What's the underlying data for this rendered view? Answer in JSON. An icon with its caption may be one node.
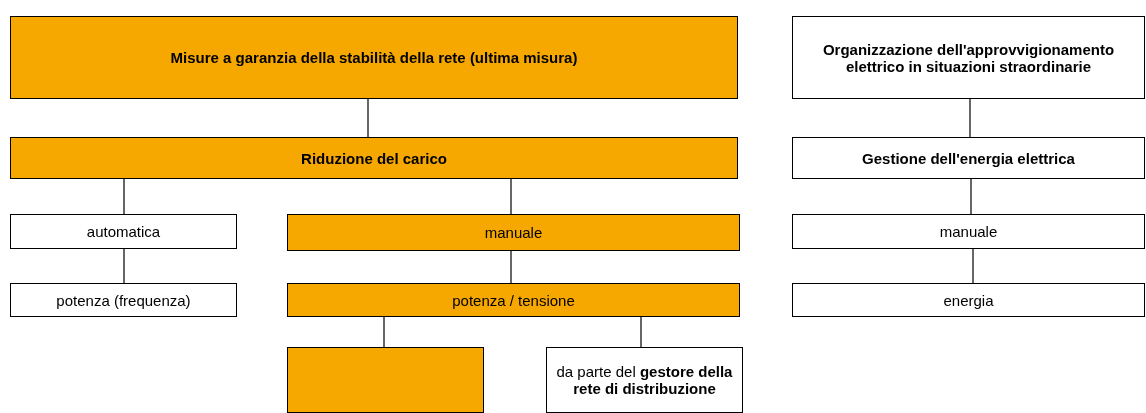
{
  "diagram": {
    "nodes": [
      {
        "text": [
          "Misure a garanzia della stabilità della rete (ultima misura)"
        ]
      },
      {
        "text": [
          "Organizzazione dell'approvvigionamento elettrico in situazioni straordinarie"
        ]
      },
      {
        "text": [
          "Riduzione del carico"
        ]
      },
      {
        "text": [
          "Gestione dell'energia elettrica"
        ]
      },
      {
        "text": [
          "automatica"
        ]
      },
      {
        "text": [
          "manuale"
        ]
      },
      {
        "text": [
          "manuale"
        ]
      },
      {
        "text": [
          "potenza (frequenza)"
        ]
      },
      {
        "text": [
          "potenza / tensione"
        ]
      },
      {
        "text": [
          "energia"
        ]
      },
      {
        "text": [],
        "shape": "box"
      },
      {
        "text": [
          "da parte del **gestore della rete di distribuzione**"
        ]
      }
    ],
    "edges": [
      {
        "from": 0,
        "to": 2,
        "arrow": "none"
      },
      {
        "from": 1,
        "to": 3,
        "arrow": "none"
      },
      {
        "from": 2,
        "to": 4,
        "arrow": "none"
      },
      {
        "from": 2,
        "to": 5,
        "arrow": "none"
      },
      {
        "from": 3,
        "to": 6,
        "arrow": "none"
      },
      {
        "from": 4,
        "to": 7,
        "arrow": "none"
      },
      {
        "from": 5,
        "to": 8,
        "arrow": "none"
      },
      {
        "from": 6,
        "to": 9,
        "arrow": "none"
      },
      {
        "from": 8,
        "to": 10,
        "arrow": "none"
      },
      {
        "from": 8,
        "to": 11,
        "arrow": "none"
      }
    ]
  }
}
